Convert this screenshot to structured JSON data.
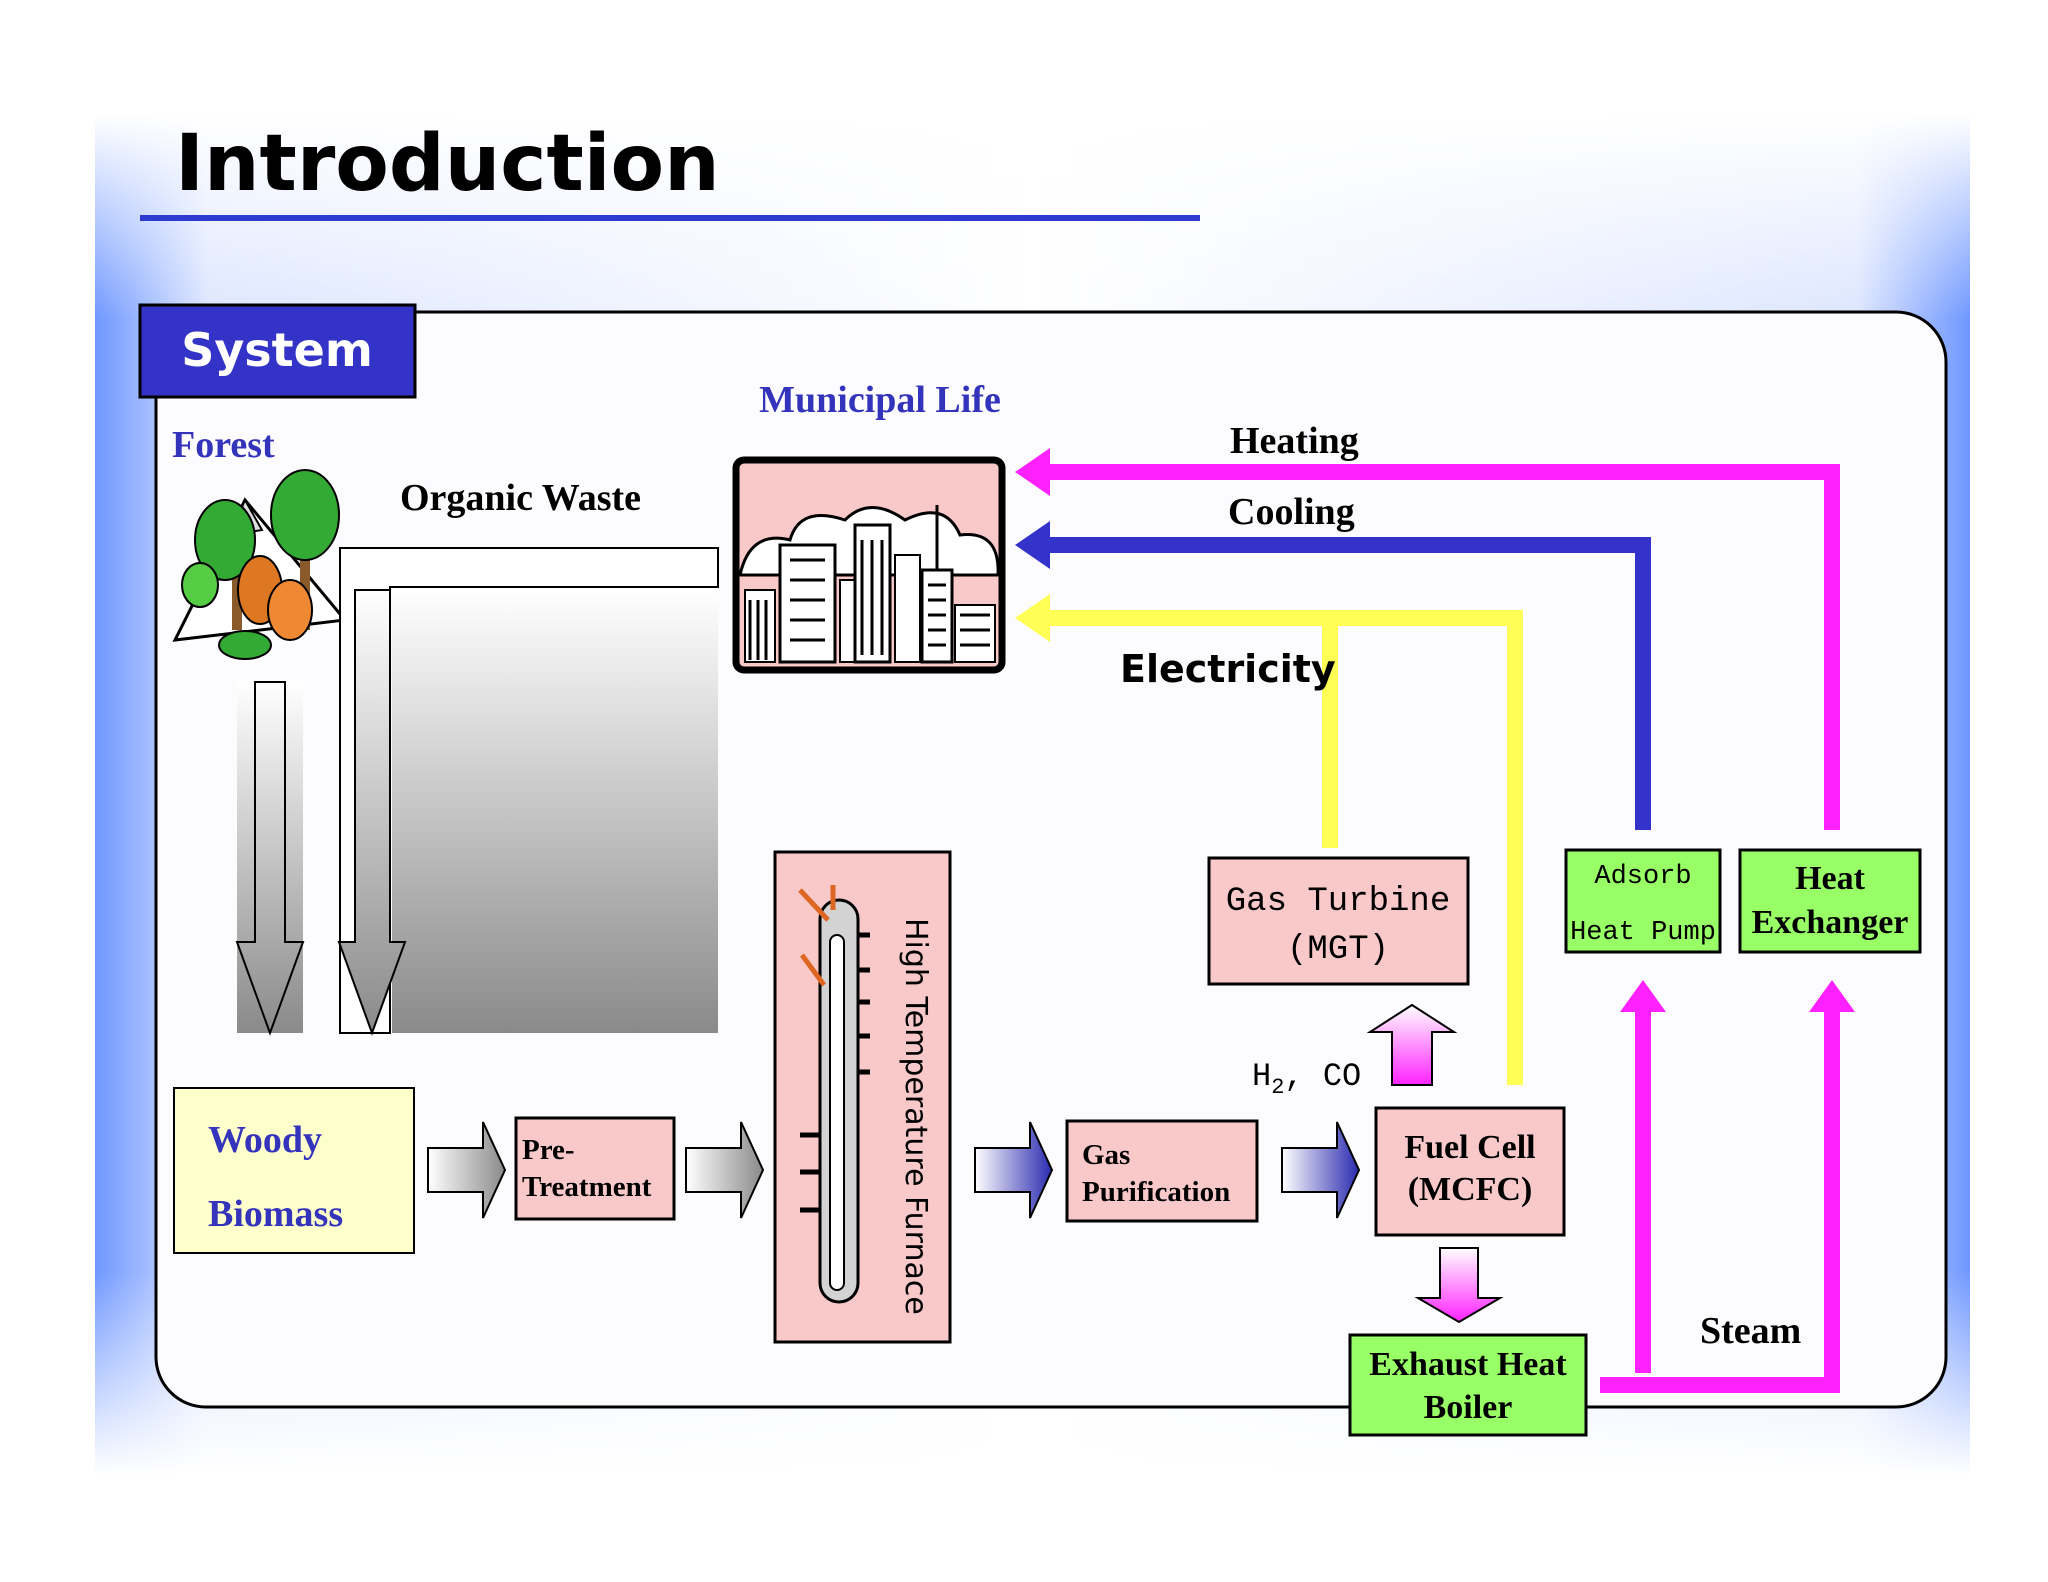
{
  "title": "Introduction",
  "section_tab": "System",
  "labels": {
    "forest": "Forest",
    "organic_waste": "Organic Waste",
    "municipal_life": "Municipal Life",
    "heating": "Heating",
    "cooling": "Cooling",
    "electricity": "Electricity",
    "h2_co_main": "H",
    "h2_co_sub": "2",
    "h2_co_rest": ", CO",
    "steam": "Steam",
    "furnace": "High Temperature Furnace"
  },
  "boxes": {
    "woody_line1": "Woody",
    "woody_line2": "Biomass",
    "pretreat_line1": "Pre-",
    "pretreat_line2": "Treatment",
    "gaspur_line1": "Gas",
    "gaspur_line2": "Purification",
    "gasturbine_line1": "Gas Turbine",
    "gasturbine_line2": "(MGT)",
    "fuelcell_line1": "Fuel Cell",
    "fuelcell_line2": "(MCFC)",
    "exhaust_line1": "Exhaust Heat",
    "exhaust_line2": "Boiler",
    "adsorb_line1": "Adsorb",
    "adsorb_line2": "Heat Pump",
    "heatex_line1": "Heat",
    "heatex_line2": "Exchanger"
  },
  "colors": {
    "heading_blue": "#2e3bd1",
    "label_blue": "#3333bb",
    "heating": "#ff22ff",
    "cooling": "#3333cc",
    "electricity": "#ffff55",
    "box_pink": "#f9c9ca",
    "box_green": "#99ff66",
    "box_yellow": "#ffffcc"
  }
}
